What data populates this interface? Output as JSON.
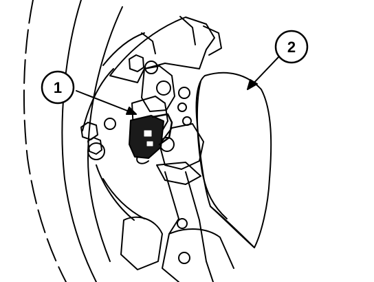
{
  "colors": {
    "line": "#000000",
    "background": "#ffffff",
    "fill_dark": "#1a1a1a"
  },
  "callouts": [
    {
      "label": "1",
      "refers_to": "connector"
    },
    {
      "label": "2",
      "refers_to": "cover"
    }
  ]
}
